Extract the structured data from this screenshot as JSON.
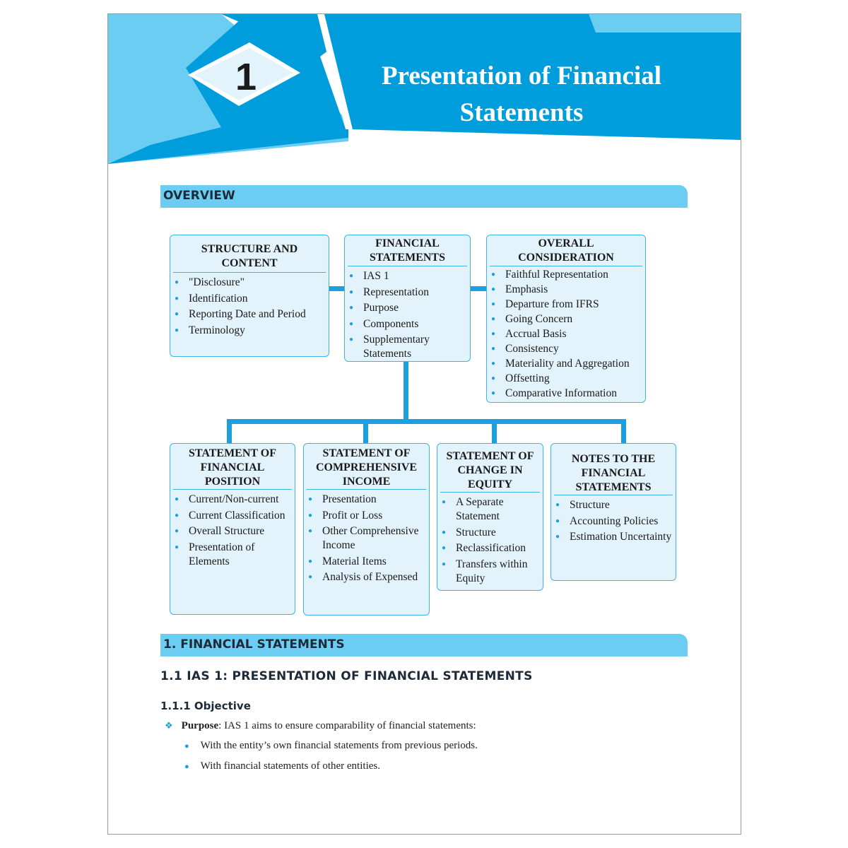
{
  "chapter": {
    "number": "1",
    "title_line1": "Presentation of Financial",
    "title_line2": "Statements"
  },
  "overview": {
    "heading": "OVERVIEW",
    "top_boxes": [
      {
        "title": "STRUCTURE AND CONTENT",
        "items": [
          "\"Disclosure\"",
          "Identification",
          "Reporting Date and Period",
          "Terminology"
        ]
      },
      {
        "title": "FINANCIAL STATEMENTS",
        "items": [
          "IAS 1",
          "Representation",
          "Purpose",
          "Components",
          "Supplementary Statements"
        ]
      },
      {
        "title": "OVERALL CONSIDERATION",
        "items": [
          "Faithful Representation",
          "Emphasis",
          "Departure from IFRS",
          "Going Concern",
          "Accrual Basis",
          "Consistency",
          "Materiality and Aggregation",
          "Offsetting",
          "Comparative Information"
        ]
      }
    ],
    "bottom_boxes": [
      {
        "title": "STATEMENT OF FINANCIAL POSITION",
        "items": [
          "Current/Non-current",
          "Current Classification",
          "Overall Structure",
          "Presentation of Elements"
        ]
      },
      {
        "title": "STATEMENT OF COMPREHENSIVE INCOME",
        "items": [
          "Presentation",
          "Profit or Loss",
          "Other Comprehensive Income",
          "Material Items",
          "Analysis of Expensed"
        ]
      },
      {
        "title": "STATEMENT OF CHANGE IN EQUITY",
        "items": [
          "A Separate Statement",
          "Structure",
          "Reclassification",
          "Transfers within Equity"
        ]
      },
      {
        "title": "NOTES TO THE FINANCIAL STATEMENTS",
        "items": [
          "Structure",
          "Accounting Policies",
          "Estimation Uncertainty"
        ]
      }
    ]
  },
  "section1": {
    "heading": "1. FINANCIAL STATEMENTS",
    "sub_heading": "1.1 IAS 1: PRESENTATION OF FINANCIAL STATEMENTS",
    "sub_sub_heading": "1.1.1 Objective",
    "purpose_label": "Purpose",
    "purpose_text": ": IAS 1 aims to ensure comparability of financial statements:",
    "bullets": [
      "With the entity’s own financial statements from previous periods.",
      "With financial statements of other entities."
    ]
  },
  "colors": {
    "accent_blue": "#009ddc",
    "light_blue": "#6ccdf3",
    "box_fill": "#e3f3fb",
    "box_border": "#3fb3e6"
  }
}
